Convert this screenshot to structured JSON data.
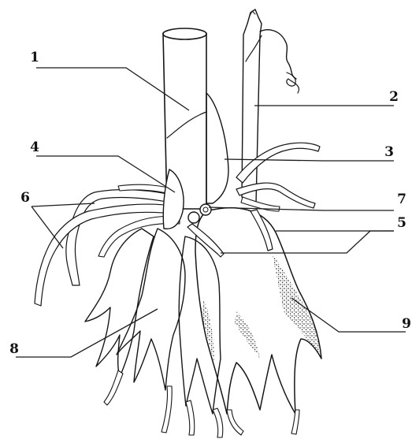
{
  "figure": {
    "labels": [
      {
        "id": "1",
        "text": "1"
      },
      {
        "id": "2",
        "text": "2"
      },
      {
        "id": "3",
        "text": "3"
      },
      {
        "id": "4",
        "text": "4"
      },
      {
        "id": "5",
        "text": "5"
      },
      {
        "id": "6",
        "text": "6"
      },
      {
        "id": "7",
        "text": "7"
      },
      {
        "id": "8",
        "text": "8"
      },
      {
        "id": "9",
        "text": "9"
      }
    ]
  },
  "colors": {
    "ink": "#151515",
    "paper": "#ffffff"
  }
}
